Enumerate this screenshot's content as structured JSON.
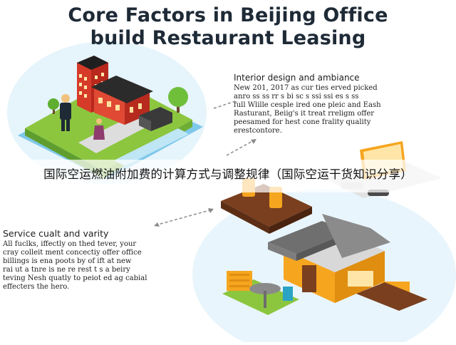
{
  "title": "Core Factors in Beijing Office\nbuild Restaurant Leasing",
  "interior": {
    "heading": "Interior design and ambiance",
    "body": "New 201, 2017 as cur ties erved picked\nanro ss ss rr  s bi sc s ssi ssi es  s  ss\nfull Wlille cesple ired one pleic and Eash\nRasturant, Beiig's it treat rreligm offer\npeesamed for hest cone frality quality\nerestcontore."
  },
  "service": {
    "heading": "Service cualt and varity",
    "body": "All fuclks, iffectly on thed tever, your\ncray colleit ment concectiy offer office\nbillings is ena poots by of ift at new\nrai ut a tnre is ne re rest t s a beiry\nteving Nesh quatly to peiot ed ag cabial\neffecters the hero."
  },
  "overlay_caption": "国际空运燃油附加费的计算方式与调整规律（国际空运干货知识分享）",
  "colors": {
    "orange": "#f6a51f",
    "red_building": "#d63b2a",
    "grass": "#8cc63f",
    "water": "#7ec8ea",
    "roof_gray": "#7d7d7d",
    "blob_bg": "#eaf6fd"
  }
}
